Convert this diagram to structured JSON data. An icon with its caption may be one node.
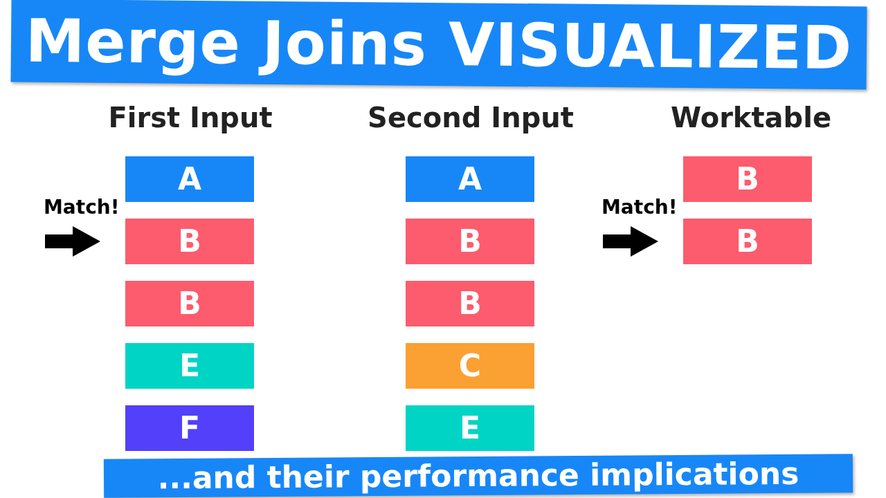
{
  "diagram": {
    "title": "Merge Joins VISUALIZED",
    "caption": "...and their performance implications",
    "nodes": [
      {
        "text": [
          "A"
        ]
      },
      {
        "text": [
          "B"
        ]
      },
      {
        "text": [
          "B"
        ]
      },
      {
        "text": [
          "E"
        ]
      },
      {
        "text": [
          "F"
        ]
      },
      {
        "text": [
          "A"
        ]
      },
      {
        "text": [
          "B"
        ]
      },
      {
        "text": [
          "B"
        ]
      },
      {
        "text": [
          "C"
        ]
      },
      {
        "text": [
          "E"
        ]
      },
      {
        "text": [
          "B"
        ]
      },
      {
        "text": [
          "B"
        ]
      }
    ],
    "edges": [
      {
        "from": null,
        "to": 1,
        "arrow": "to",
        "label": "Match!"
      },
      {
        "from": null,
        "to": 11,
        "arrow": "to",
        "label": "Match!"
      }
    ],
    "labels": [
      "First Input",
      "Second Input",
      "Worktable"
    ]
  }
}
